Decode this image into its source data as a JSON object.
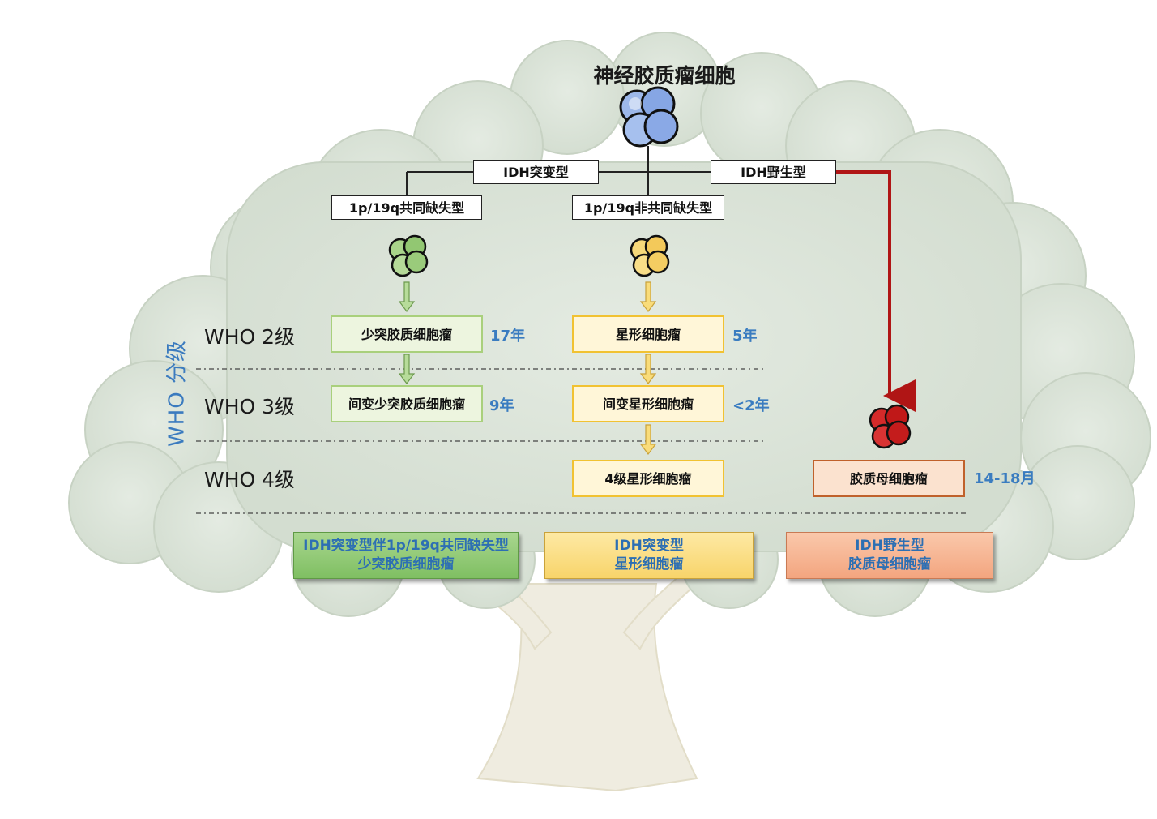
{
  "title": "神经胶质瘤细胞",
  "split": {
    "idh_mutant": "IDH突变型",
    "idh_wildtype": "IDH野生型",
    "codeleted": "1p/19q共同缺失型",
    "non_codeleted": "1p/19q非共同缺失型"
  },
  "who": {
    "axis_label": "WHO 分级",
    "grade2": "WHO 2级",
    "grade3": "WHO 3级",
    "grade4": "WHO 4级"
  },
  "tumors": {
    "oligo": "少突胶质细胞瘤",
    "anaplastic_oligo": "间变少突胶质细胞瘤",
    "astro": "星形细胞瘤",
    "anaplastic_astro": "间变星形细胞瘤",
    "astro_grade4": "4级星形细胞瘤",
    "gbm": "胶质母细胞瘤"
  },
  "survival": {
    "oligo": "17年",
    "anaplastic_oligo": "9年",
    "astro": "5年",
    "anaplastic_astro": "<2年",
    "gbm": "14-18月"
  },
  "final": {
    "oligo_line1": "IDH突变型伴1p/19q共同缺失型",
    "oligo_line2": "少突胶质细胞瘤",
    "astro_line1": "IDH突变型",
    "astro_line2": "星形细胞瘤",
    "gbm_line1": "IDH野生型",
    "gbm_line2": "胶质母细胞瘤"
  },
  "colors": {
    "blue_cells": "#8fb0ea",
    "green_cells": "#9fd07e",
    "yellow_cells": "#f6d36a",
    "red_cells": "#cc1f1f",
    "wildtype_arrow": "#b01515",
    "who_blue": "#3b7bbf"
  }
}
